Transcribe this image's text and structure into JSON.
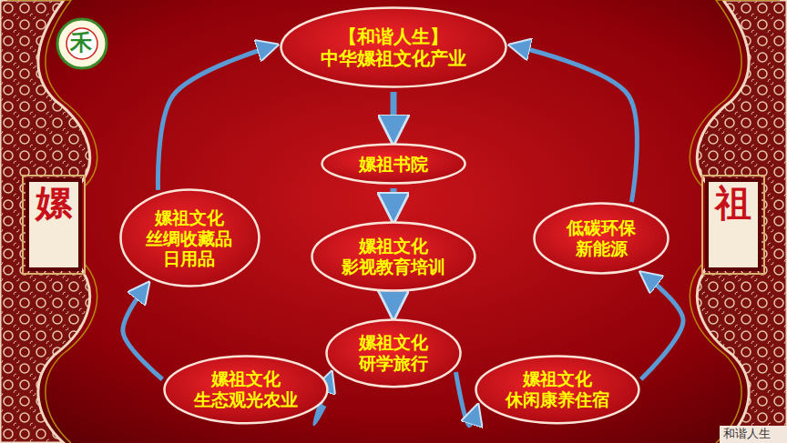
{
  "diagram": {
    "nodes": [
      {
        "text": [
          "【和谐人生】 中华嫘祖文化产业"
        ]
      },
      {
        "text": [
          "嫘祖书院"
        ]
      },
      {
        "text": [
          "嫘祖文化 影视教育培训"
        ]
      },
      {
        "text": [
          "嫘祖文化 研学旅行"
        ]
      },
      {
        "text": [
          "嫘祖文化 丝绸收藏品 日用品"
        ]
      },
      {
        "text": [
          "低碳环保 新能源"
        ]
      },
      {
        "text": [
          "嫘祖文化 生态观光农业"
        ]
      },
      {
        "text": [
          "嫘祖文化 休闲康养住宿"
        ]
      }
    ],
    "edges": [
      {
        "from": 0,
        "to": 1,
        "arrow": "to"
      },
      {
        "from": 1,
        "to": 2,
        "arrow": "to"
      },
      {
        "from": 2,
        "to": 3,
        "arrow": "to"
      },
      {
        "from": 6,
        "to": 3,
        "arrow": "to"
      },
      {
        "from": 3,
        "to": 7,
        "arrow": "to"
      },
      {
        "from": 6,
        "to": 4,
        "arrow": "to"
      },
      {
        "from": 4,
        "to": 0,
        "arrow": "to"
      },
      {
        "from": 7,
        "to": 5,
        "arrow": "to"
      },
      {
        "from": 5,
        "to": 0,
        "arrow": "to"
      }
    ],
    "labels": [
      "嫘",
      "祖",
      "禾",
      "和谐人生"
    ]
  }
}
